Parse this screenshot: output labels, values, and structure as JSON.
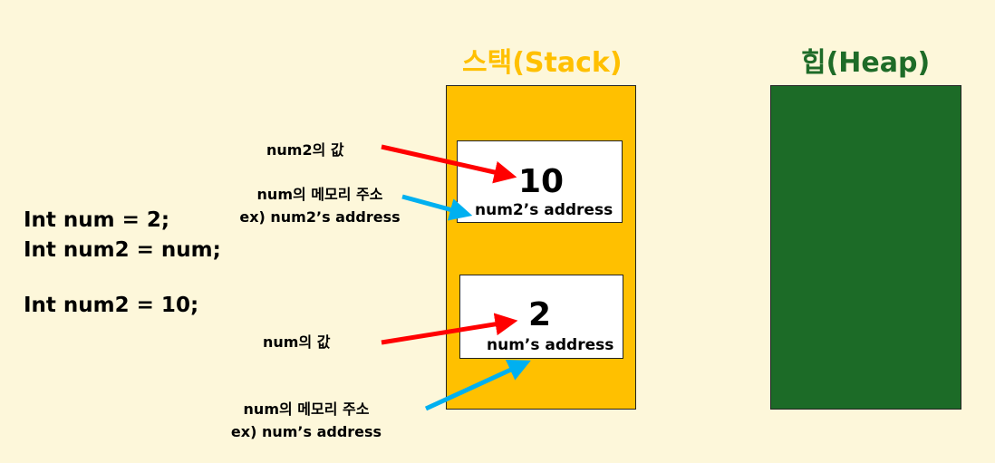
{
  "stack": {
    "title": "스택(Stack)",
    "cells": [
      {
        "value": "10",
        "address": "num2’s address"
      },
      {
        "value": "2",
        "address": "num’s address"
      }
    ]
  },
  "heap": {
    "title": "힙(Heap)"
  },
  "code": {
    "line1": "Int num  =  2;",
    "line2": "Int num2 = num;",
    "line3": "Int num2  =  10;"
  },
  "labels": {
    "num2_value": "num2의 값",
    "num2_address_line1": "num의 메모리 주소",
    "num2_address_line2": "ex) num2’s address",
    "num_value": "num의 값",
    "num_address_line1": "num의 메모리 주소",
    "num_address_line2": "ex) num’s address"
  },
  "colors": {
    "background": "#fdf7da",
    "stack": "#ffc000",
    "heap": "#1c6b27",
    "value_arrow": "#ff0000",
    "address_arrow": "#00b0f0"
  }
}
